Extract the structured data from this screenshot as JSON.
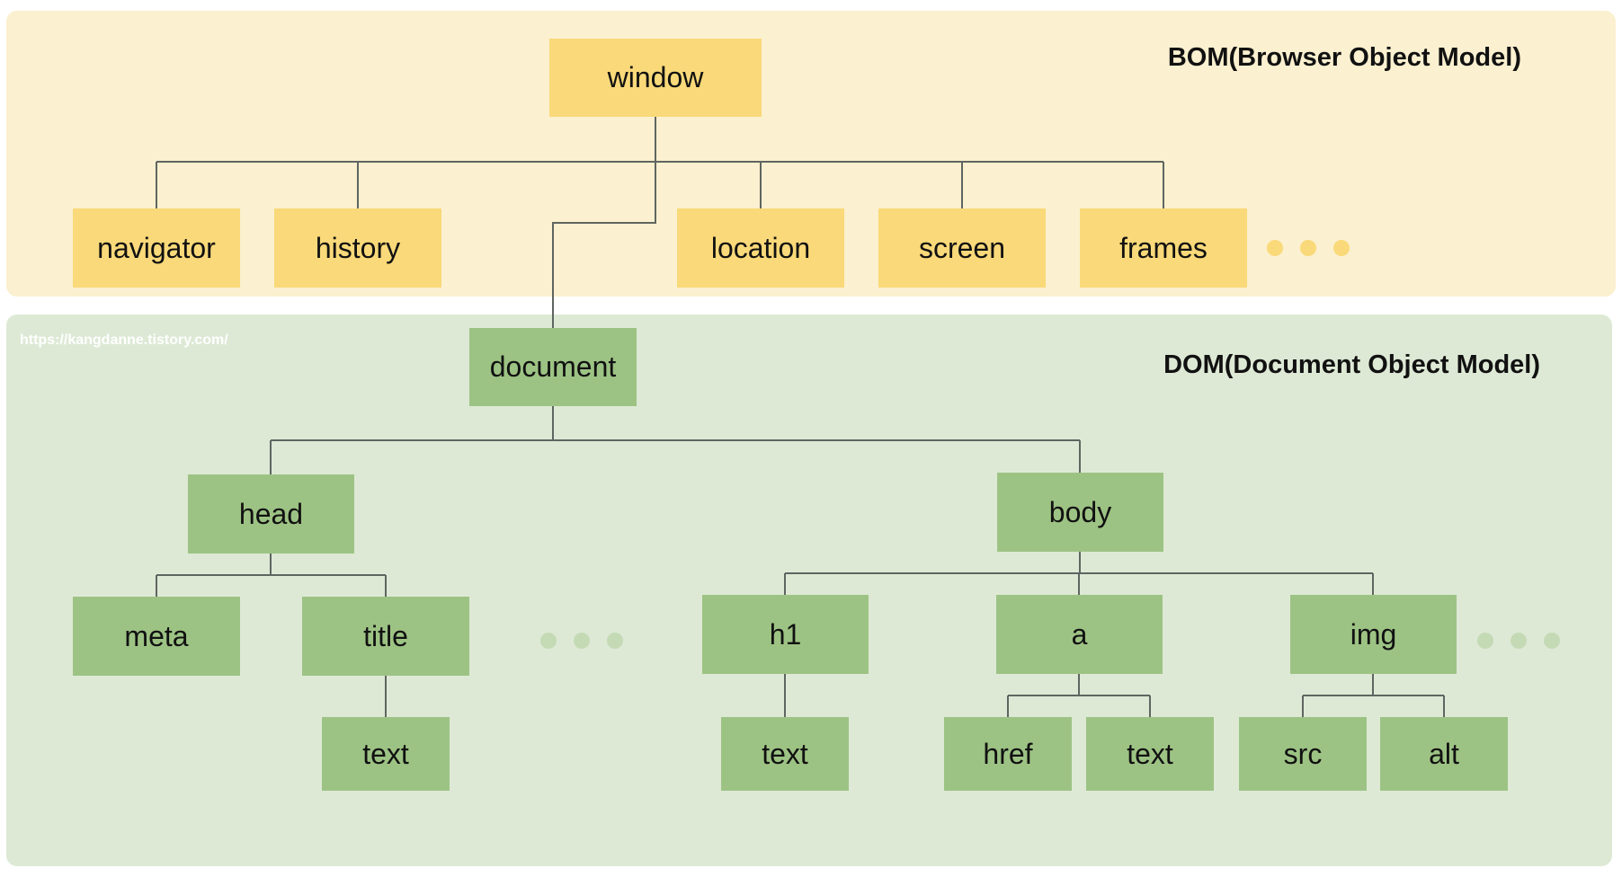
{
  "colors": {
    "bom_panel": "#fbf0cf",
    "dom_panel": "#dde9d5",
    "bom_node": "#f9d979",
    "dom_node": "#9dc384",
    "bom_dot": "#f9d979",
    "dom_dot": "#c4dab5"
  },
  "bom": {
    "title": "BOM(Browser Object Model)",
    "root": "window",
    "children": [
      "navigator",
      "history",
      "location",
      "screen",
      "frames"
    ]
  },
  "dom": {
    "title": "DOM(Document Object Model)",
    "watermark": "https://kangdanne.tistory.com/",
    "root": "document",
    "head": {
      "label": "head",
      "children": [
        "meta",
        "title"
      ],
      "title_child": "text"
    },
    "body": {
      "label": "body",
      "children": [
        "h1",
        "a",
        "img"
      ],
      "h1_child": "text",
      "a_children": [
        "href",
        "text"
      ],
      "img_children": [
        "src",
        "alt"
      ]
    }
  }
}
